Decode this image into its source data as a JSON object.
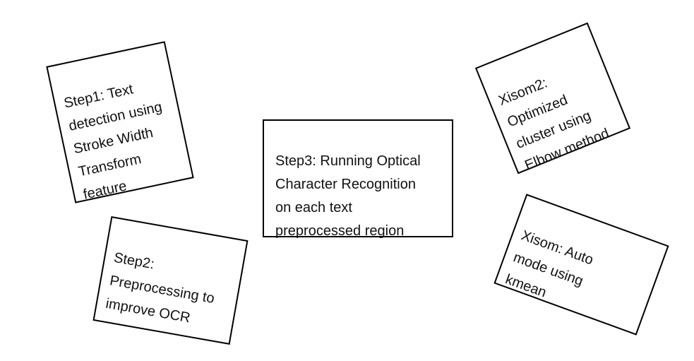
{
  "boxes": {
    "step1": {
      "label": "Step1: Text\ndetection using\nStroke Width\nTransform\nfeature"
    },
    "step2": {
      "label": "Step2:\nPreprocessing to\nimprove OCR"
    },
    "step3": {
      "label": "Step3: Running Optical\nCharacter Recognition\non each text\npreprocessed region"
    },
    "xisom2": {
      "label": "Xisom2:\nOptimized\ncluster using\nElbow method"
    },
    "xisom": {
      "label": "Xisom: Auto\nmode using\nkmean"
    }
  },
  "colors": {
    "background": "#ffffff",
    "border": "#000000",
    "text": "#111111"
  }
}
